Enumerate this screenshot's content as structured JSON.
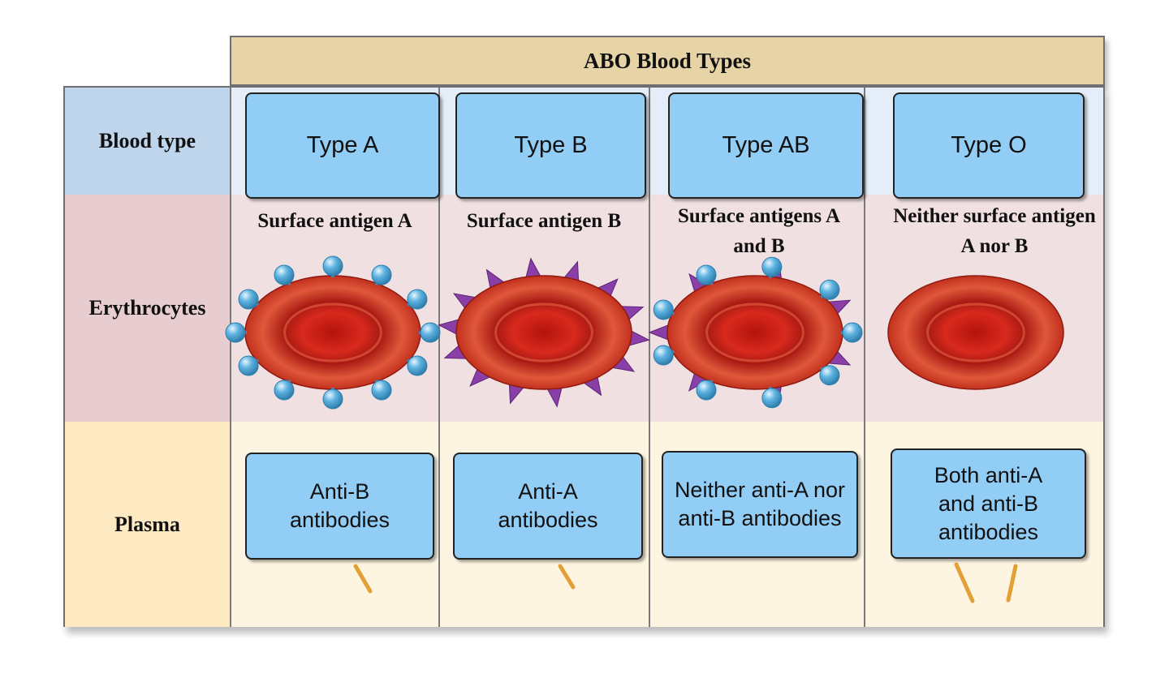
{
  "title": "ABO Blood Types",
  "row_labels": {
    "blood_type": "Blood type",
    "erythrocytes": "Erythrocytes",
    "plasma": "Plasma"
  },
  "columns": [
    {
      "type": "Type A",
      "antigen_label": "Surface antigen A",
      "antigens": "A",
      "plasma": "Anti-B antibodies"
    },
    {
      "type": "Type B",
      "antigen_label": "Surface antigen B",
      "antigens": "B",
      "plasma": "Anti-A antibodies"
    },
    {
      "type": "Type AB",
      "antigen_label": "Surface antigens A and B",
      "antigens": "AB",
      "plasma": "Neither anti-A nor anti-B antibodies"
    },
    {
      "type": "Type O",
      "antigen_label": "Neither surface antigen A nor B",
      "antigens": "none",
      "plasma": "Both anti-A and anti-B antibodies"
    }
  ],
  "colors": {
    "header": "#e6d3a6",
    "box": "#92cdf5",
    "antigen_a": "#5fb3e0",
    "antigen_b": "#8a3fa8",
    "cell": "#c8271c",
    "antibody": "#e2a037"
  }
}
